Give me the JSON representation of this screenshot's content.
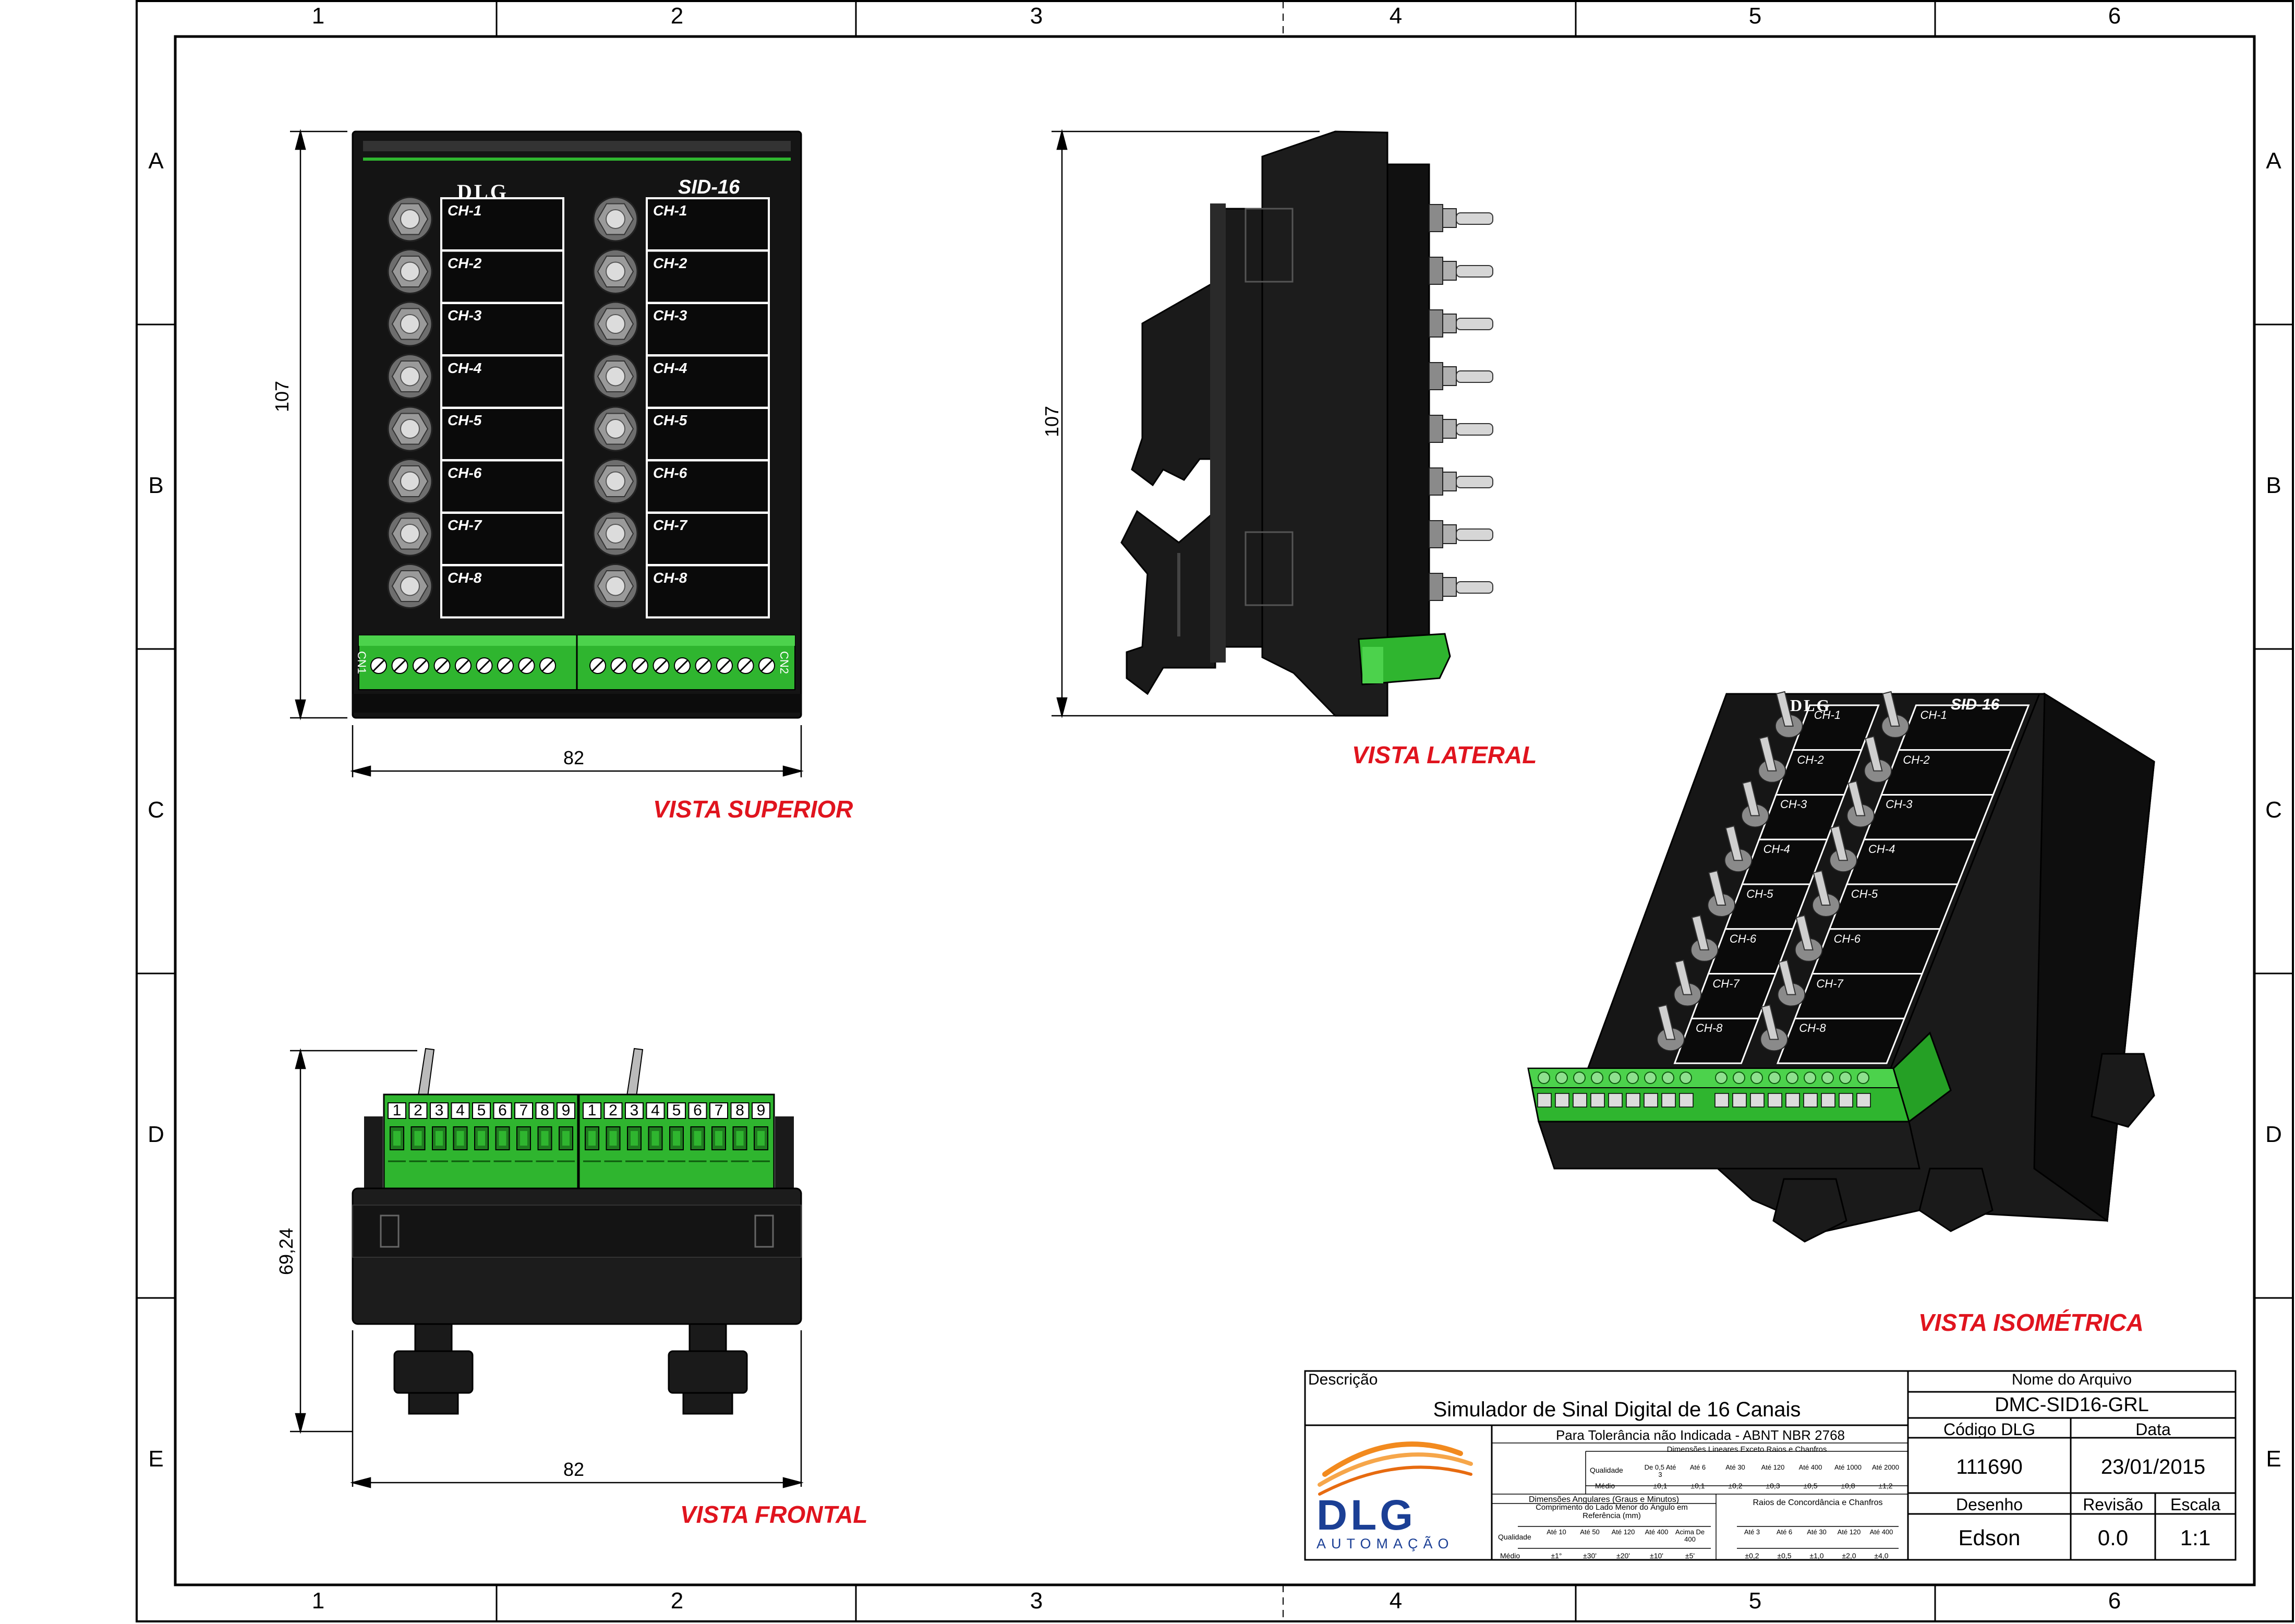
{
  "zones": {
    "columns": [
      "1",
      "2",
      "3",
      "4",
      "5",
      "6"
    ],
    "rows": [
      "A",
      "B",
      "C",
      "D",
      "E"
    ]
  },
  "views": {
    "top": {
      "label": "VISTA SUPERIOR",
      "brand": "DLG",
      "model": "SID-16",
      "dim_height": "107",
      "dim_width": "82",
      "connector_left": "CN1",
      "connector_right": "CN2"
    },
    "side": {
      "label": "VISTA LATERAL",
      "dim_height": "107"
    },
    "front": {
      "label": "VISTA FRONTAL",
      "dim_height": "69,24",
      "dim_width": "82"
    },
    "iso": {
      "label": "VISTA ISOMÉTRICA",
      "brand": "DLG",
      "model": "SID-16"
    }
  },
  "channels": [
    "CH-1",
    "CH-2",
    "CH-3",
    "CH-4",
    "CH-5",
    "CH-6",
    "CH-7",
    "CH-8"
  ],
  "terminal_numbers": [
    "1",
    "2",
    "3",
    "4",
    "5",
    "6",
    "7",
    "8",
    "9"
  ],
  "title_block": {
    "description_label": "Descrição",
    "description": "Simulador de Sinal Digital de 16 Canais",
    "file_name_label": "Nome do Arquivo",
    "file_name": "DMC-SID16-GRL",
    "code_label": "Código DLG",
    "code": "111690",
    "date_label": "Data",
    "date": "23/01/2015",
    "drawn_label": "Desenho",
    "drawn_by": "Edson",
    "revision_label": "Revisão",
    "revision": "0.0",
    "scale_label": "Escala",
    "scale": "1:1",
    "tolerance_title": "Para Tolerância não Indicada - ABNT NBR 2768",
    "linear_title": "Dimensões Lineares Exceto Raios e Chanfros",
    "linear_headers": [
      "De 0,5 Até 3",
      "Até 6",
      "Até 30",
      "Até 120",
      "Até 400",
      "Até 1000",
      "Até 2000"
    ],
    "linear_values": [
      "±0,1",
      "±0,1",
      "±0,2",
      "±0,3",
      "±0,5",
      "±0,8",
      "±1,2"
    ],
    "quality_label": "Qualidade",
    "medium_label": "Médio",
    "angular_title": "Dimensões Angulares (Graus e Minutos)",
    "angular_sub": "Comprimento do Lado Menor do Ângulo em Referência (mm)",
    "angular_headers": [
      "Até 10",
      "Até 50",
      "Até 120",
      "Até 400",
      "Acima De 400"
    ],
    "angular_values": [
      "±1°",
      "±30'",
      "±20'",
      "±10'",
      "±5'"
    ],
    "radius_title": "Raios de Concordância e Chanfros",
    "radius_headers": [
      "Até 3",
      "Até 6",
      "Até 30",
      "Até 120",
      "Até 400"
    ],
    "radius_values": [
      "±0,2",
      "±0,5",
      "±1,0",
      "±2,0",
      "±4,0"
    ],
    "logo_text": "DLG",
    "logo_sub": "AUTOMAÇÃO"
  },
  "colors": {
    "accent": "#e0141e",
    "terminal_green": "#2fb52f",
    "body": "#1c1c1c",
    "logo_blue": "#1b3f95",
    "logo_orange": "#f28a1e"
  }
}
